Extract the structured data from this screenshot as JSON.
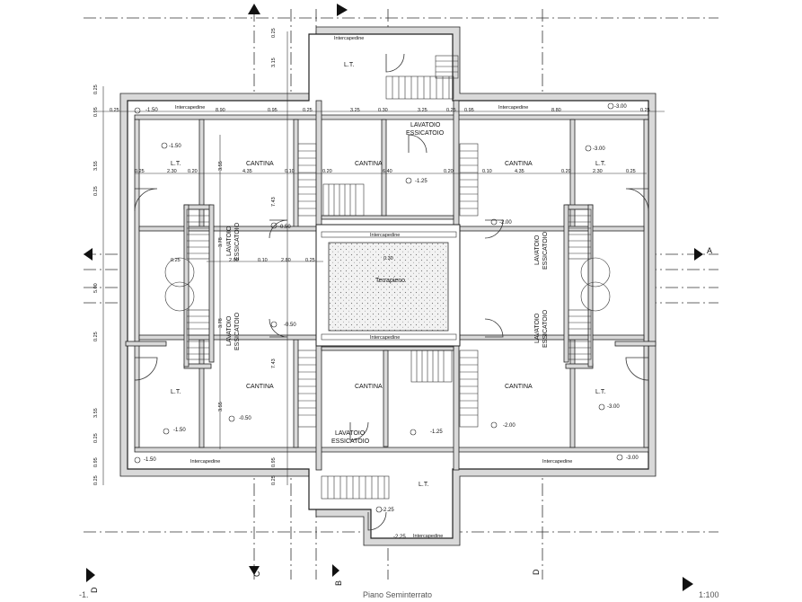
{
  "rooms": {
    "intercapedine": "Intercapedine",
    "lt": "L.T.",
    "cantina": "CANTINA",
    "lavatoio_line1": "LAVATOIO",
    "lavatoio_line2": "ESSICATOIO",
    "terrapieno": "Terrapieno"
  },
  "levels": {
    "m150": "-1.50",
    "m300": "-3.00",
    "m125": "-1.25",
    "m200": "-2.00",
    "m050": "-0.50",
    "m225": "-2.25"
  },
  "dimensions": {
    "d025": "0.25",
    "d890": "8.90",
    "d095": "0.95",
    "d325": "3.25",
    "d030": "0.30",
    "d880": "8.80",
    "d230": "2.30",
    "d020": "0.20",
    "d435": "4.35",
    "d010": "0.10",
    "d640": "6.40",
    "d355": "3.55",
    "d315": "3.15",
    "d743": "7.43",
    "d378": "3.78",
    "d200": "2.00",
    "d280": "2.80",
    "d500": "5.00"
  },
  "sections": {
    "a": "A",
    "b": "B",
    "c": "C",
    "d": "D"
  },
  "footer": {
    "left": "-1.",
    "title": "Piano Seminterrato",
    "scale": "1:100"
  }
}
